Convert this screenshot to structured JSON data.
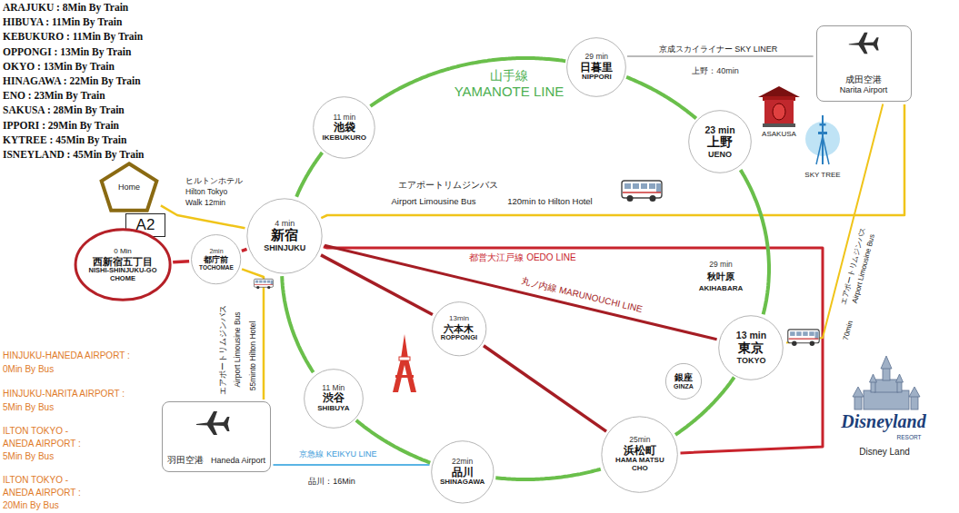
{
  "diagram": {
    "nodes": [
      {
        "text": [
          "Home"
        ]
      },
      {
        "text": [
          "A2"
        ]
      },
      {
        "text": [
          "0 Min",
          "西新宿五丁目",
          "NISHI-SHINJUKU-GO CHOME"
        ]
      },
      {
        "text": [
          "2min",
          "都庁前",
          "TOCHOMAE"
        ]
      },
      {
        "text": [
          "4 min",
          "新宿",
          "SHINJUKU"
        ]
      },
      {
        "text": [
          "11 min",
          "池袋",
          "IKEBUKURO"
        ]
      },
      {
        "text": [
          "29 min",
          "日暮里",
          "NIPPORI"
        ]
      },
      {
        "text": [
          "23 min",
          "上野",
          "UENO"
        ]
      },
      {
        "text": [
          "成田空港",
          "Narita Airport"
        ]
      },
      {
        "text": [
          "13min",
          "六本木",
          "ROPPONGI"
        ]
      },
      {
        "text": [
          "13 min",
          "東京",
          "TOKYO"
        ]
      },
      {
        "text": [
          "11 Min",
          "渋谷",
          "SHIBUYA"
        ]
      },
      {
        "text": [
          "銀座",
          "GINZA"
        ]
      },
      {
        "text": [
          "25min",
          "浜松町",
          "HAMA MATSU CHO"
        ]
      },
      {
        "text": [
          "22min",
          "品川",
          "SHINAGAWA"
        ]
      },
      {
        "text": [
          "羽田空港",
          "Haneda Airport"
        ]
      }
    ],
    "edges": [
      {
        "from": 0,
        "to": 4,
        "arrow": "none"
      },
      {
        "from": 2,
        "to": 3,
        "arrow": "none"
      },
      {
        "from": 3,
        "to": 4,
        "arrow": "none"
      },
      {
        "from": 4,
        "to": 13,
        "label": "都営大江戸線 OEDO LINE",
        "arrow": "none"
      },
      {
        "from": 4,
        "to": 10,
        "label": "丸ノ内線 MARUNOUCHI LINE",
        "arrow": "none"
      },
      {
        "from": 4,
        "to": 9,
        "arrow": "none"
      },
      {
        "from": 9,
        "to": 13,
        "arrow": "none"
      },
      {
        "from": 4,
        "to": 8,
        "label": "120min to Hilton Hotel",
        "arrow": "none"
      },
      {
        "from": 6,
        "to": 8,
        "label": "京成スカイライナー SKY LINER",
        "arrow": "none"
      },
      {
        "from": 3,
        "to": 15,
        "label": "55minto Hilton Hotel",
        "arrow": "none"
      },
      {
        "from": 10,
        "to": 8,
        "label": "70min",
        "arrow": "none"
      },
      {
        "from": 15,
        "to": 14,
        "label": "京急線 KEIKYU LINE",
        "arrow": "none"
      },
      {
        "from": 4,
        "to": 5,
        "arrow": "none"
      },
      {
        "from": 5,
        "to": 6,
        "arrow": "none"
      },
      {
        "from": 6,
        "to": 7,
        "arrow": "none"
      },
      {
        "from": 7,
        "to": 10,
        "arrow": "none"
      },
      {
        "from": 10,
        "to": 13,
        "arrow": "none"
      },
      {
        "from": 13,
        "to": 14,
        "arrow": "none"
      },
      {
        "from": 14,
        "to": 11,
        "arrow": "none"
      },
      {
        "from": 11,
        "to": 4,
        "arrow": "none"
      }
    ],
    "labels": [
      "ARAJUKU : 8Min By Train",
      "HIBUYA : 11Min By Train",
      "KEBUKURO : 11Min By Train",
      "OPPONGI : 13Min By Train",
      "OKYO : 13Min By Train",
      "HINAGAWA : 22Min By Train",
      "ENO : 23Min By Train",
      "SAKUSA : 28Min By Train",
      "IPPORI : 29Min By Train",
      "KYTREE : 45Min By Train",
      "ISNEYLAND : 45Min By Train",
      "HINJUKU-HANEDA AIRPORT :",
      "0Min By Bus",
      "HINJUKU-NARITA AIRPORT :",
      "5Min By Bus",
      "ILTON TOKYO -",
      "ANEDA AIRPORT :",
      "5Min By Bus",
      "ILTON TOKYO -",
      "ANEDA AIRPORT :",
      "20Min By Bus",
      "ヒルトンホテル",
      "Hilton Tokyo",
      "Walk 12min",
      "山手線",
      "YAMANOTE LINE",
      "上野：40min",
      "ASAKUSA",
      "SKY TREE",
      "エアポートリムジンバス",
      "Airport Limousine Bus",
      "エアポートリムジンバス",
      "Airport Limousine Bus",
      "エアポートリムジンバス",
      "Airport Limousine Bus",
      "29 min",
      "秋叶原",
      "AKIHABARA",
      "Disneyland",
      "RESORT",
      "Disney Land",
      "品川：16Min"
    ]
  }
}
